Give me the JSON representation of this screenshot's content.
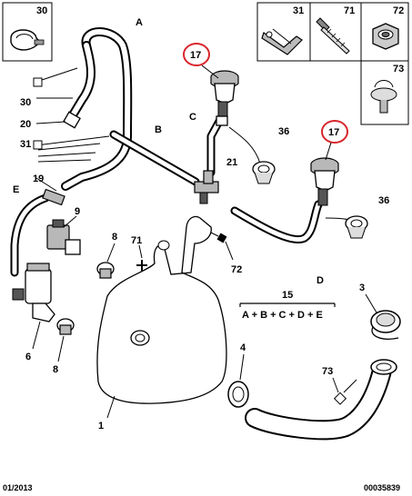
{
  "legend_boxes": [
    {
      "id": "legend-box-30",
      "label": "30"
    },
    {
      "id": "legend-box-31",
      "label": "31"
    },
    {
      "id": "legend-box-71",
      "label": "71"
    },
    {
      "id": "legend-box-72",
      "label": "72"
    },
    {
      "id": "legend-box-73",
      "label": "73"
    }
  ],
  "callouts": {
    "A": "A",
    "B": "B",
    "C": "C",
    "D": "D",
    "E": "E",
    "n1": "1",
    "n3": "3",
    "n4": "4",
    "n6": "6",
    "n8a": "8",
    "n8b": "8",
    "n9": "9",
    "n17a": "17",
    "n17b": "17",
    "n19": "19",
    "n20": "20",
    "n21": "21",
    "n30": "30",
    "n31": "31",
    "n36a": "36",
    "n36b": "36",
    "n71": "71",
    "n72": "72",
    "n73": "73",
    "n15": "15"
  },
  "formula": "A + B + C + D + E",
  "highlight_color": "#d9262c",
  "footer": {
    "date": "01/2013",
    "ref": "00035839"
  }
}
